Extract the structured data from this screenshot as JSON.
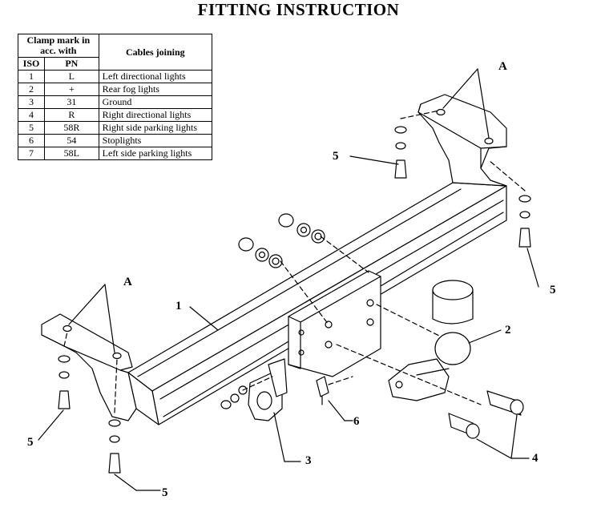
{
  "title": "FITTING INSTRUCTION",
  "table": {
    "header_clamp": "Clamp mark in acc. with",
    "header_cables": "Cables joining",
    "header_iso": "ISO",
    "header_pn": "PN",
    "rows": [
      {
        "iso": "1",
        "pn": "L",
        "cable": "Left directional lights"
      },
      {
        "iso": "2",
        "pn": "+",
        "cable": "Rear fog lights"
      },
      {
        "iso": "3",
        "pn": "31",
        "cable": "Ground"
      },
      {
        "iso": "4",
        "pn": "R",
        "cable": "Right directional lights"
      },
      {
        "iso": "5",
        "pn": "58R",
        "cable": "Right side parking lights"
      },
      {
        "iso": "6",
        "pn": "54",
        "cable": "Stoplights"
      },
      {
        "iso": "7",
        "pn": "58L",
        "cable": "Left side parking lights"
      }
    ]
  },
  "callouts": {
    "a_top": "A",
    "a_left": "A",
    "part_1": "1",
    "part_2": "2",
    "part_3": "3",
    "part_4": "4",
    "part_5_top": "5",
    "part_5_right": "5",
    "part_5_left": "5",
    "part_5_bottom": "5",
    "part_6": "6"
  }
}
